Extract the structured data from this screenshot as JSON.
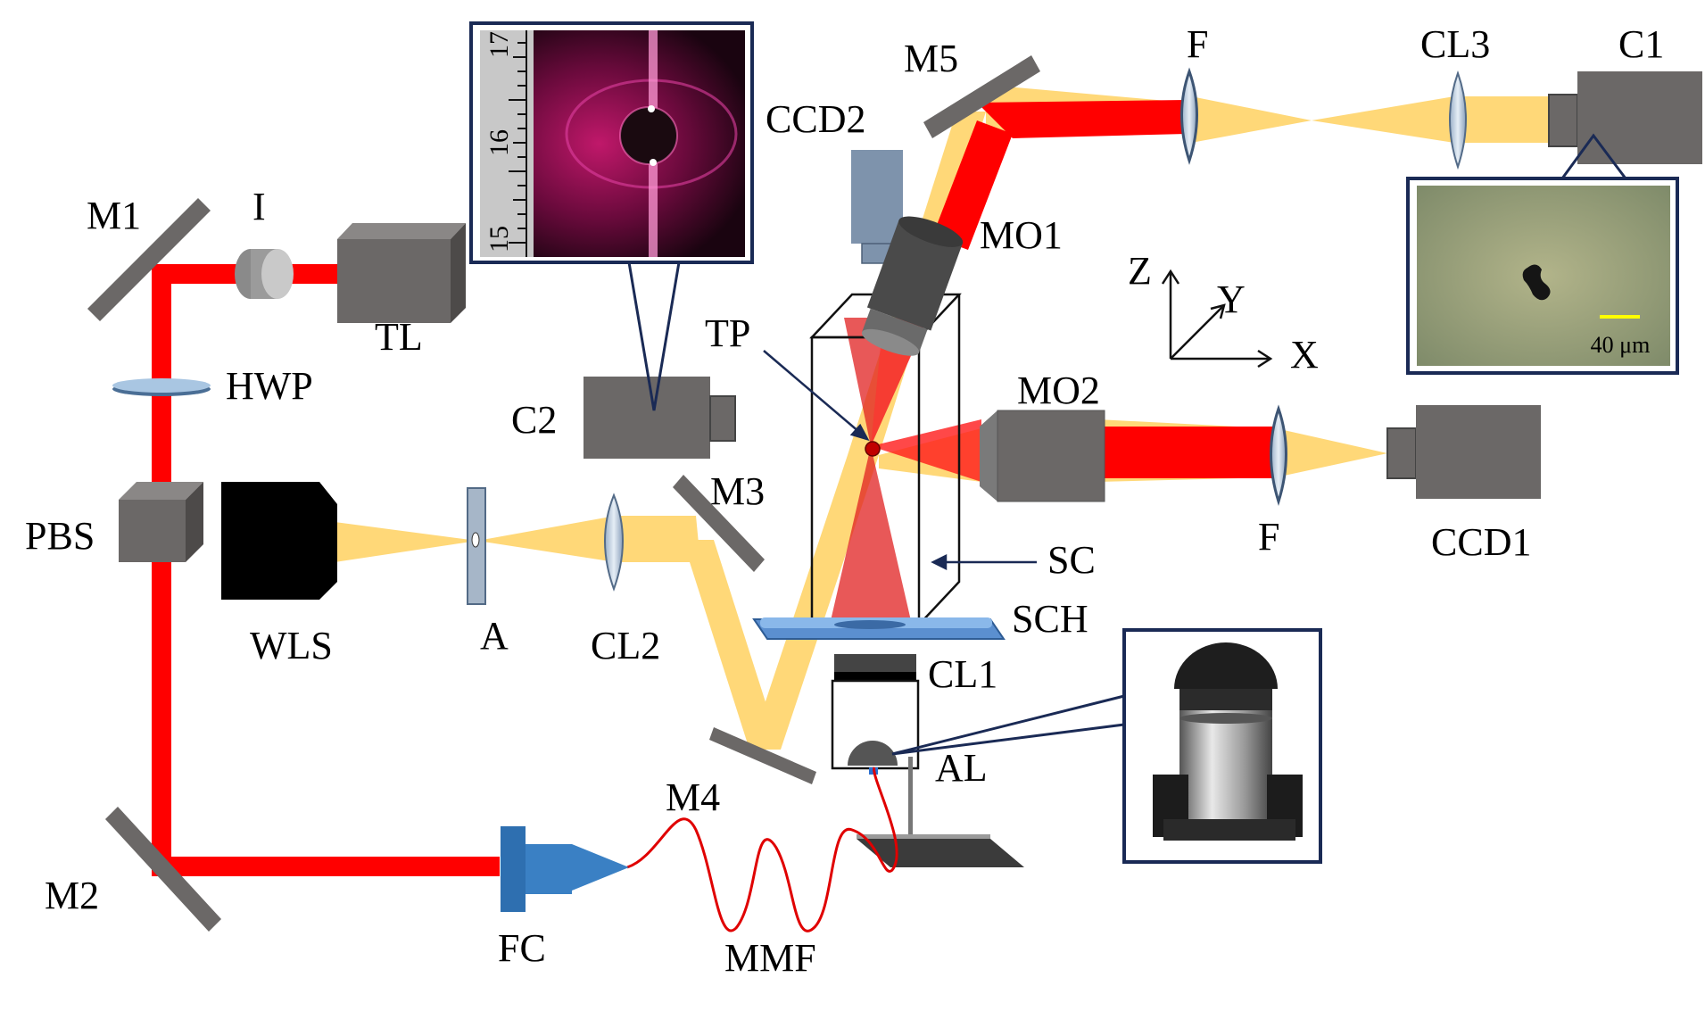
{
  "colors": {
    "laser": "#ff0000",
    "white_light": "#ffd878",
    "component_gray": "#6b6867",
    "fiber_blue": "#2e6fb0",
    "frame": "#1a2a55",
    "scale_bar": "#ffff00"
  },
  "labels": {
    "M1": "M1",
    "I": "I",
    "TL": "TL",
    "HWP": "HWP",
    "PBS": "PBS",
    "WLS": "WLS",
    "A": "A",
    "CL2": "CL2",
    "C2": "C2",
    "M3": "M3",
    "M4": "M4",
    "M2": "M2",
    "FC": "FC",
    "MMF": "MMF",
    "CCD2": "CCD2",
    "M5": "M5",
    "MO1": "MO1",
    "TP": "TP",
    "MO2": "MO2",
    "SC": "SC",
    "SCH": "SCH",
    "CL1": "CL1",
    "AL": "AL",
    "F_top": "F",
    "F_bottom": "F",
    "CL3": "CL3",
    "C1": "C1",
    "CCD1": "CCD1"
  },
  "axes": {
    "z": "Z",
    "y": "Y",
    "x": "X"
  },
  "inset_camera": {
    "ruler_ticks": [
      "17",
      "16",
      "15"
    ]
  },
  "inset_particle": {
    "scale_label": "40 μm"
  }
}
